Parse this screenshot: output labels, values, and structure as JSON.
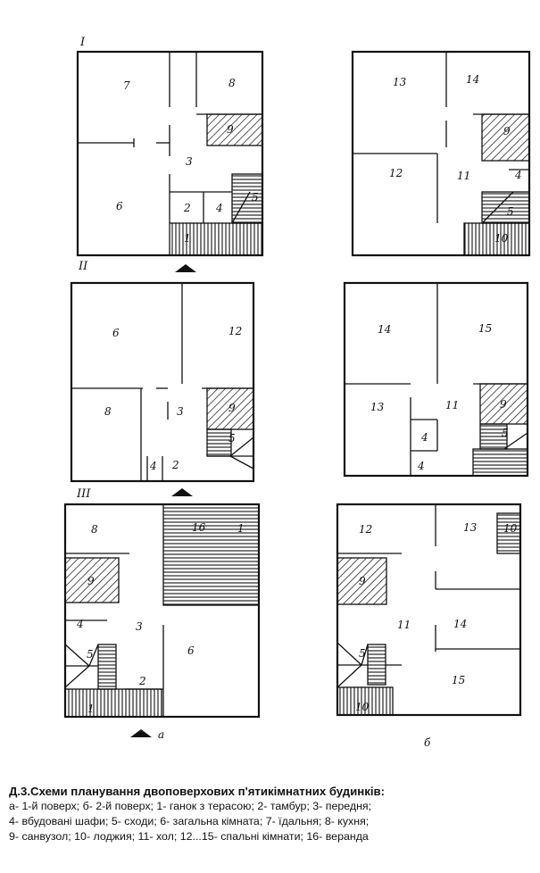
{
  "row_marks": [
    "I",
    "II",
    "III"
  ],
  "column_marks": [
    "а",
    "б"
  ],
  "rooms": {
    "r1a": [
      "7",
      "8",
      "9",
      "3",
      "6",
      "2",
      "4",
      "5",
      "1"
    ],
    "r1b": [
      "13",
      "14",
      "9",
      "12",
      "11",
      "4",
      "5",
      "10"
    ],
    "r2a": [
      "6",
      "12",
      "3",
      "8",
      "9",
      "5",
      "4",
      "2"
    ],
    "r2b": [
      "14",
      "15",
      "13",
      "11",
      "9",
      "4",
      "5",
      "4"
    ],
    "r3a": [
      "8",
      "16",
      "1",
      "9",
      "4",
      "3",
      "5",
      "6",
      "2",
      "1"
    ],
    "r3b": [
      "12",
      "13",
      "10",
      "9",
      "11",
      "14",
      "5",
      "15",
      "10"
    ]
  },
  "caption": {
    "title": "Д.3.Схеми планування двоповерхових п'ятикімнатних будинків:",
    "lines": [
      "а- 1-й поверх; б- 2-й поверх; 1- ганок з терасою; 2- тамбур; 3- передня;",
      "4- вбудовані шафи; 5- сходи; 6- загальна кімната; 7- їдальня; 8- кухня;",
      "9- санвузол; 10- лоджия; 11- хол; 12...15- спальні кімнати; 16- веранда"
    ]
  }
}
